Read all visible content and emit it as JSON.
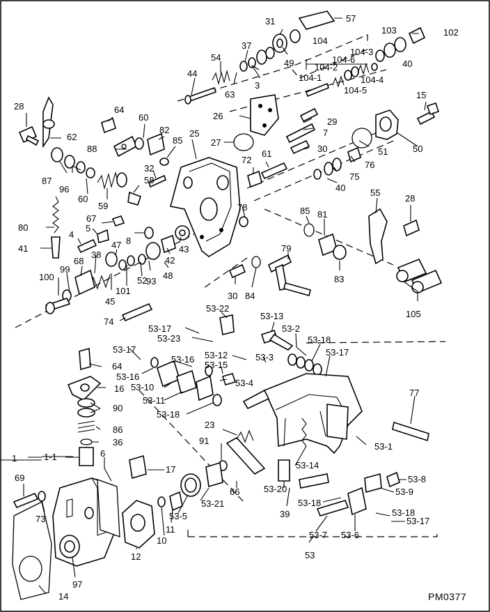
{
  "drawing_code": "PM0377",
  "callouts": [
    {
      "id": "c57",
      "text": "57"
    },
    {
      "id": "c31",
      "text": "31"
    },
    {
      "id": "c104",
      "text": "104"
    },
    {
      "id": "c103",
      "text": "103"
    },
    {
      "id": "c102",
      "text": "102"
    },
    {
      "id": "c54",
      "text": "54"
    },
    {
      "id": "c37",
      "text": "37"
    },
    {
      "id": "c49",
      "text": "49"
    },
    {
      "id": "c104_3",
      "text": "104-3"
    },
    {
      "id": "c104_6",
      "text": "104-6"
    },
    {
      "id": "c104_2",
      "text": "104-2"
    },
    {
      "id": "c104_1",
      "text": "104-1"
    },
    {
      "id": "c104_5",
      "text": "104-5"
    },
    {
      "id": "c104_4",
      "text": "104-4"
    },
    {
      "id": "c40a",
      "text": "40"
    },
    {
      "id": "c44",
      "text": "44"
    },
    {
      "id": "c63",
      "text": "63"
    },
    {
      "id": "c3",
      "text": "3"
    },
    {
      "id": "c15",
      "text": "15"
    },
    {
      "id": "c28a",
      "text": "28"
    },
    {
      "id": "c64a",
      "text": "64"
    },
    {
      "id": "c60a",
      "text": "60"
    },
    {
      "id": "c26",
      "text": "26"
    },
    {
      "id": "c29",
      "text": "29"
    },
    {
      "id": "c62",
      "text": "62"
    },
    {
      "id": "c82",
      "text": "82"
    },
    {
      "id": "c7",
      "text": "7"
    },
    {
      "id": "c51",
      "text": "51"
    },
    {
      "id": "c50",
      "text": "50"
    },
    {
      "id": "c88",
      "text": "88"
    },
    {
      "id": "c85a",
      "text": "85"
    },
    {
      "id": "c25",
      "text": "25"
    },
    {
      "id": "c27",
      "text": "27"
    },
    {
      "id": "c61",
      "text": "61"
    },
    {
      "id": "c30a",
      "text": "30"
    },
    {
      "id": "c72",
      "text": "72"
    },
    {
      "id": "c76",
      "text": "76"
    },
    {
      "id": "c87",
      "text": "87"
    },
    {
      "id": "c96",
      "text": "96"
    },
    {
      "id": "c32",
      "text": "32"
    },
    {
      "id": "c75",
      "text": "75"
    },
    {
      "id": "c40b",
      "text": "40"
    },
    {
      "id": "c60b",
      "text": "60"
    },
    {
      "id": "c58",
      "text": "58"
    },
    {
      "id": "c59",
      "text": "59"
    },
    {
      "id": "c55",
      "text": "55"
    },
    {
      "id": "c28b",
      "text": "28"
    },
    {
      "id": "c78",
      "text": "78"
    },
    {
      "id": "c80",
      "text": "80"
    },
    {
      "id": "c85b",
      "text": "85"
    },
    {
      "id": "c81",
      "text": "81"
    },
    {
      "id": "c67",
      "text": "67"
    },
    {
      "id": "c5",
      "text": "5"
    },
    {
      "id": "c8",
      "text": "8"
    },
    {
      "id": "c4",
      "text": "4"
    },
    {
      "id": "c47",
      "text": "47"
    },
    {
      "id": "c41",
      "text": "41"
    },
    {
      "id": "c43",
      "text": "43"
    },
    {
      "id": "c42",
      "text": "42"
    },
    {
      "id": "c38",
      "text": "38"
    },
    {
      "id": "c79",
      "text": "79"
    },
    {
      "id": "c68",
      "text": "68"
    },
    {
      "id": "c100",
      "text": "100"
    },
    {
      "id": "c99",
      "text": "99"
    },
    {
      "id": "c101",
      "text": "101"
    },
    {
      "id": "c52",
      "text": "52"
    },
    {
      "id": "c93",
      "text": "93"
    },
    {
      "id": "c48",
      "text": "48"
    },
    {
      "id": "c83",
      "text": "83"
    },
    {
      "id": "c45",
      "text": "45"
    },
    {
      "id": "c30b",
      "text": "30"
    },
    {
      "id": "c84",
      "text": "84"
    },
    {
      "id": "c105",
      "text": "105"
    },
    {
      "id": "c74",
      "text": "74"
    },
    {
      "id": "c53_22",
      "text": "53-22"
    },
    {
      "id": "c53_13",
      "text": "53-13"
    },
    {
      "id": "c53_17a",
      "text": "53-17"
    },
    {
      "id": "c53_23",
      "text": "53-23"
    },
    {
      "id": "c53_2",
      "text": "53-2"
    },
    {
      "id": "c53_18a",
      "text": "53-18"
    },
    {
      "id": "c53_17b",
      "text": "53-17"
    },
    {
      "id": "c53_17c",
      "text": "53-17"
    },
    {
      "id": "c53_12",
      "text": "53-12"
    },
    {
      "id": "c53_3",
      "text": "53-3"
    },
    {
      "id": "c64b",
      "text": "64"
    },
    {
      "id": "c53_16a",
      "text": "53-16"
    },
    {
      "id": "c53_16b",
      "text": "53-16"
    },
    {
      "id": "c53_15",
      "text": "53-15"
    },
    {
      "id": "c53_4",
      "text": "53-4"
    },
    {
      "id": "c16",
      "text": "16"
    },
    {
      "id": "c53_10",
      "text": "53-10"
    },
    {
      "id": "c53_11",
      "text": "53-11"
    },
    {
      "id": "c90",
      "text": "90"
    },
    {
      "id": "c77",
      "text": "77"
    },
    {
      "id": "c53_18b",
      "text": "53-18"
    },
    {
      "id": "c23",
      "text": "23"
    },
    {
      "id": "c86",
      "text": "86"
    },
    {
      "id": "c53_1",
      "text": "53-1"
    },
    {
      "id": "c36",
      "text": "36"
    },
    {
      "id": "c91",
      "text": "91"
    },
    {
      "id": "c1",
      "text": "1"
    },
    {
      "id": "c1_1",
      "text": "1-1"
    },
    {
      "id": "c6",
      "text": "6"
    },
    {
      "id": "c17",
      "text": "17"
    },
    {
      "id": "c53_14",
      "text": "53-14"
    },
    {
      "id": "c53_8",
      "text": "53-8"
    },
    {
      "id": "c69",
      "text": "69"
    },
    {
      "id": "c66",
      "text": "66"
    },
    {
      "id": "c53_20",
      "text": "53-20"
    },
    {
      "id": "c53_9",
      "text": "53-9"
    },
    {
      "id": "c73",
      "text": "73"
    },
    {
      "id": "c53_21",
      "text": "53-21"
    },
    {
      "id": "c53_5",
      "text": "53-5"
    },
    {
      "id": "c39",
      "text": "39"
    },
    {
      "id": "c53_18c",
      "text": "53-18"
    },
    {
      "id": "c53_18d",
      "text": "53-18"
    },
    {
      "id": "c11",
      "text": "11"
    },
    {
      "id": "c53_17d",
      "text": "53-17"
    },
    {
      "id": "c10",
      "text": "10"
    },
    {
      "id": "c12",
      "text": "12"
    },
    {
      "id": "c53_7",
      "text": "53-7"
    },
    {
      "id": "c53_6",
      "text": "53-6"
    },
    {
      "id": "c53",
      "text": "53"
    },
    {
      "id": "c97",
      "text": "97"
    },
    {
      "id": "c14",
      "text": "14"
    }
  ]
}
